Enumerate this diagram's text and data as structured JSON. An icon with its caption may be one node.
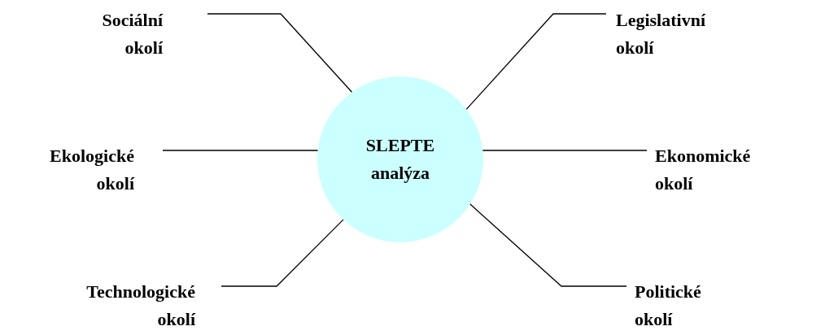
{
  "diagram": {
    "nodes": [
      {
        "text": [
          "SLEPTE analýza"
        ]
      },
      {
        "text": [
          "Sociální okolí"
        ]
      },
      {
        "text": [
          "Legislativní okolí"
        ]
      },
      {
        "text": [
          "Ekologické okolí"
        ]
      },
      {
        "text": [
          "Ekonomické okolí"
        ]
      },
      {
        "text": [
          "Technologické okolí"
        ]
      },
      {
        "text": [
          "Politické okolí"
        ]
      }
    ],
    "edges": [
      {
        "from": 1,
        "to": 0,
        "arrow": "none"
      },
      {
        "from": 2,
        "to": 0,
        "arrow": "none"
      },
      {
        "from": 3,
        "to": 0,
        "arrow": "none"
      },
      {
        "from": 4,
        "to": 0,
        "arrow": "none"
      },
      {
        "from": 5,
        "to": 0,
        "arrow": "none"
      },
      {
        "from": 6,
        "to": 0,
        "arrow": "none"
      }
    ]
  }
}
